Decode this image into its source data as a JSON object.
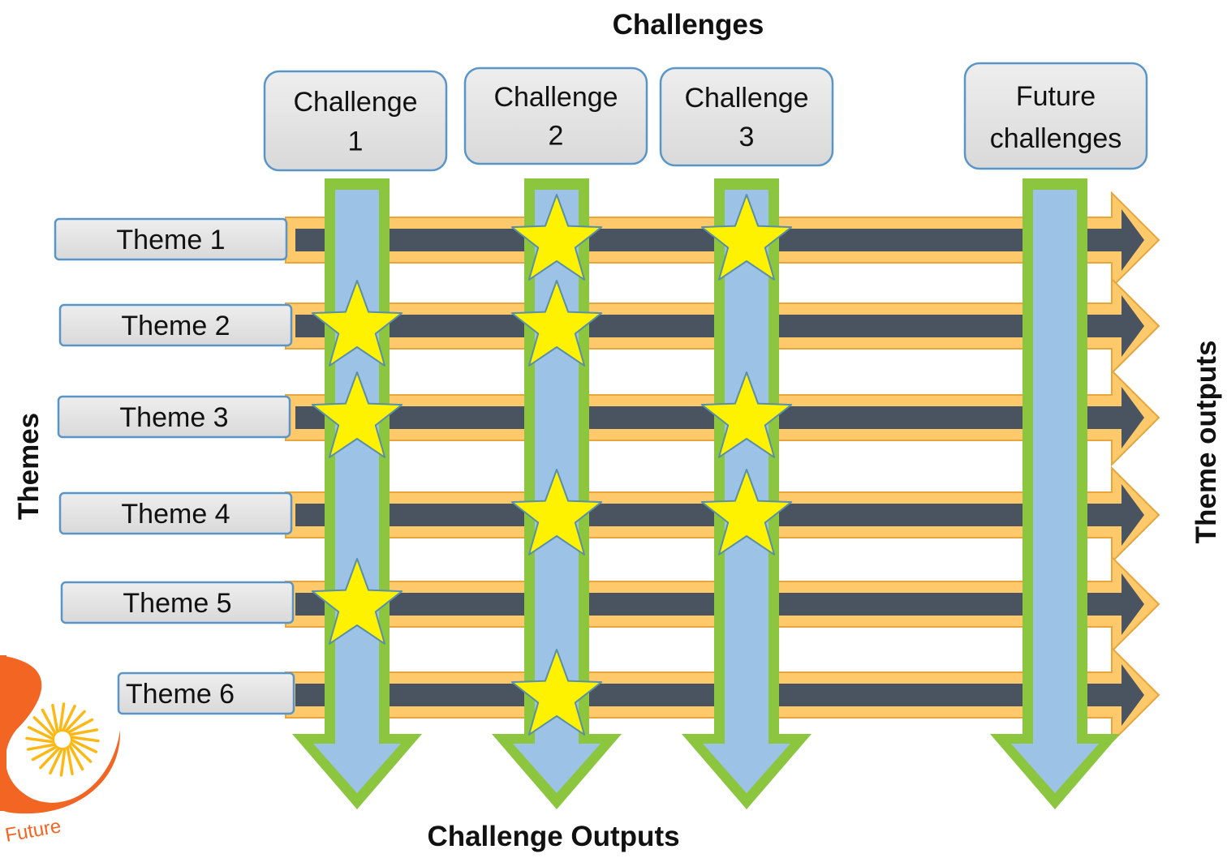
{
  "diagram": {
    "title_top": "Challenges",
    "title_bottom": "Challenge Outputs",
    "title_left": "Themes",
    "title_right": "Theme outputs",
    "challenges": [
      {
        "line1": "Challenge",
        "line2": "1"
      },
      {
        "line1": "Challenge",
        "line2": "2"
      },
      {
        "line1": "Challenge",
        "line2": "3"
      },
      {
        "line1": "Future",
        "line2": "challenges"
      }
    ],
    "themes": [
      "Theme 1",
      "Theme 2",
      "Theme 3",
      "Theme 4",
      "Theme 5",
      "Theme 6"
    ],
    "stars": [
      {
        "theme": 1,
        "challenge": 2
      },
      {
        "theme": 1,
        "challenge": 3
      },
      {
        "theme": 2,
        "challenge": 1
      },
      {
        "theme": 2,
        "challenge": 2
      },
      {
        "theme": 3,
        "challenge": 1
      },
      {
        "theme": 3,
        "challenge": 3
      },
      {
        "theme": 4,
        "challenge": 2
      },
      {
        "theme": 4,
        "challenge": 3
      },
      {
        "theme": 5,
        "challenge": 1
      },
      {
        "theme": 6,
        "challenge": 2
      }
    ]
  },
  "logo": {
    "text": "Future"
  },
  "colors": {
    "theme_arrow_outer": "#fdc96a",
    "theme_arrow_inner": "#4a5360",
    "challenge_arrow_outer": "#8cc63f",
    "challenge_arrow_inner": "#9cc2e5",
    "box_fill": "#e3e3e3",
    "box_border": "#5a95c8",
    "star_fill": "#fff200",
    "star_stroke": "#5a8fa8",
    "logo_orange": "#f26522",
    "logo_yellow": "#fdb813"
  }
}
